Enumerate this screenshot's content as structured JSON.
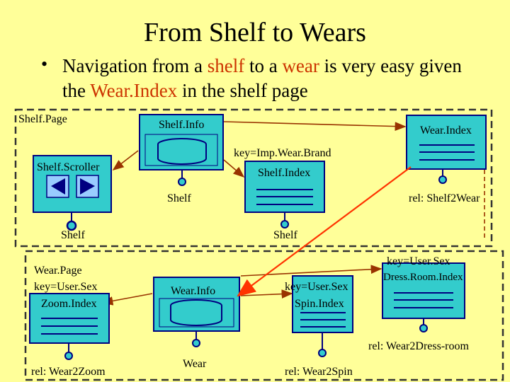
{
  "colors": {
    "background": "#ffff99",
    "box_fill": "#33cccc",
    "box_border": "#000080",
    "link_line": "#993300",
    "highlight": "#cc3300",
    "arrow_red": "#ff3300"
  },
  "title": "From Shelf to Wears",
  "bullet": {
    "part1": "Navigation from a ",
    "shelf": "shelf",
    "part2": " to a ",
    "wear": "wear",
    "part3": " is very easy given the ",
    "wearindex": "Wear.Index",
    "part4": " in the shelf page"
  },
  "shelf_page": {
    "label": "Shelf.Page",
    "shelf_info": "Shelf.Info",
    "wear_index": "Wear.Index",
    "shelf_scroller": "Shelf.Scroller",
    "shelf_index_key": "key=Imp.Wear.Brand",
    "shelf_index": "Shelf.Index",
    "shelf_link_info": "Shelf",
    "rel_shelf2wear": "rel: Shelf2Wear",
    "shelf_link_scroller": "Shelf",
    "shelf_link_index": "Shelf"
  },
  "wear_page": {
    "label": "Wear.Page",
    "zoom_key": "key=User.Sex",
    "zoom_index": "Zoom.Index",
    "wear_info": "Wear.Info",
    "spin_key": "key=User.Sex",
    "spin_index": "Spin.Index",
    "dress_key": "key=User.Sex",
    "dress_index": "Dress.Room.Index",
    "rel_dress": "rel: Wear2Dress-room",
    "rel_zoom": "rel: Wear2Zoom",
    "wear_link": "Wear",
    "rel_spin": "rel: Wear2Spin"
  }
}
